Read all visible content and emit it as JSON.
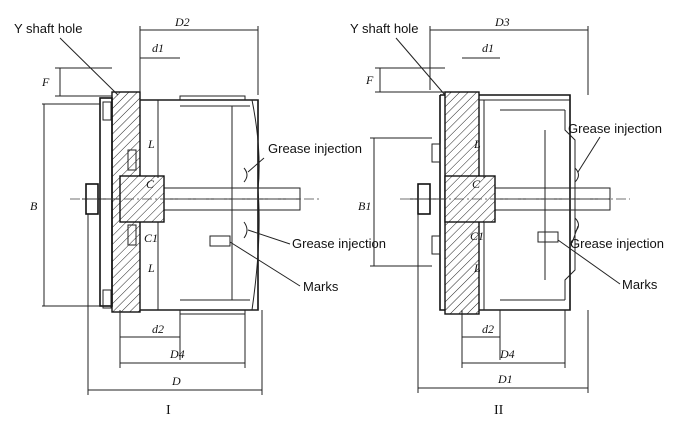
{
  "labels": {
    "shaft_hole_1": "Y shaft hole",
    "shaft_hole_2": "Y shaft hole",
    "grease_1a": "Grease injection",
    "grease_1b": "Grease injection",
    "grease_2a": "Grease injection",
    "grease_2b": "Grease injection",
    "marks_1": "Marks",
    "marks_2": "Marks"
  },
  "dimensions_1": {
    "D2": "D2",
    "d1": "d1",
    "F": "F",
    "B": "B",
    "L_top": "L",
    "C": "C",
    "C1": "C1",
    "L_bottom": "L",
    "d2": "d2",
    "D4": "D4",
    "D": "D"
  },
  "dimensions_2": {
    "D3": "D3",
    "d1": "d1",
    "F": "F",
    "B1": "B1",
    "L_top": "L",
    "C": "C",
    "C1": "C1",
    "L_bottom": "L",
    "d2": "d2",
    "D4": "D4",
    "D1": "D1"
  },
  "captions": {
    "view_1": "I",
    "view_2": "II"
  }
}
